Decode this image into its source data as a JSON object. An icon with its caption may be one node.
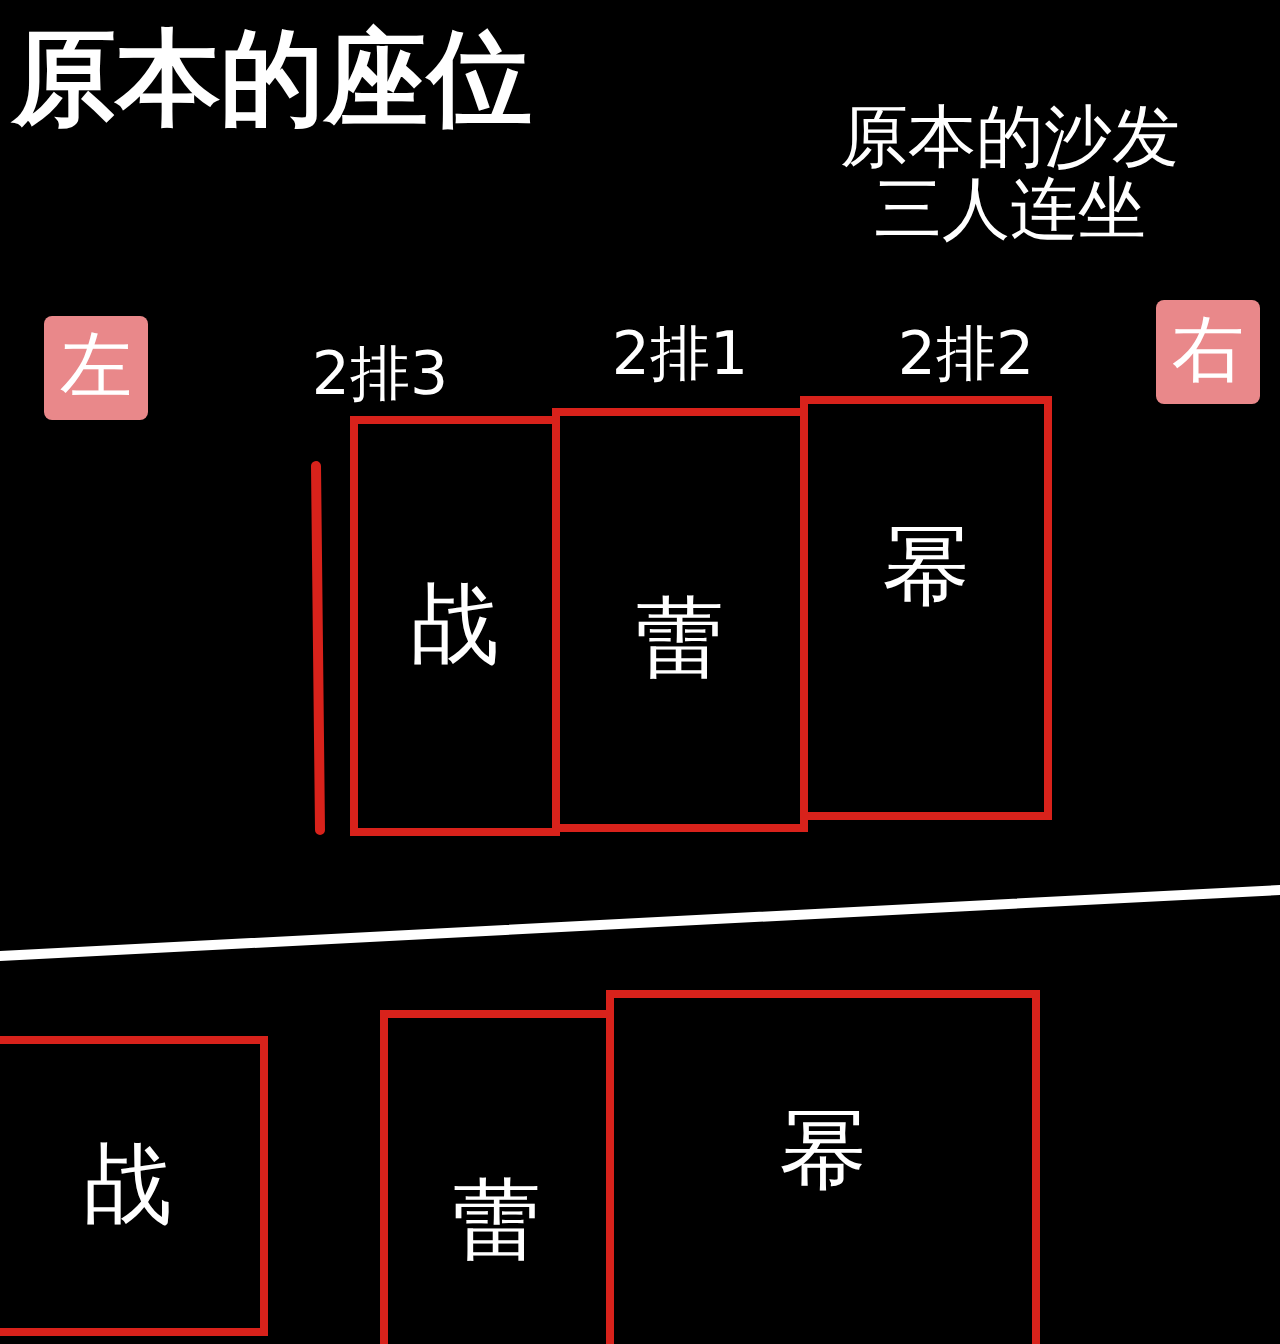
{
  "diagram": {
    "title": "原本的座位",
    "nodes": [
      {
        "text": [
          "左"
        ]
      },
      {
        "text": [
          "右"
        ]
      },
      {
        "text": [
          "战"
        ]
      },
      {
        "text": [
          "蕾"
        ]
      },
      {
        "text": [
          "幂"
        ]
      },
      {
        "text": [
          "战"
        ]
      },
      {
        "text": [
          "蕾"
        ]
      },
      {
        "text": [
          "幂"
        ]
      }
    ],
    "edges": [],
    "labels": [
      "原本的沙发三人连坐",
      "2排3",
      "2排1",
      "2排2"
    ]
  }
}
